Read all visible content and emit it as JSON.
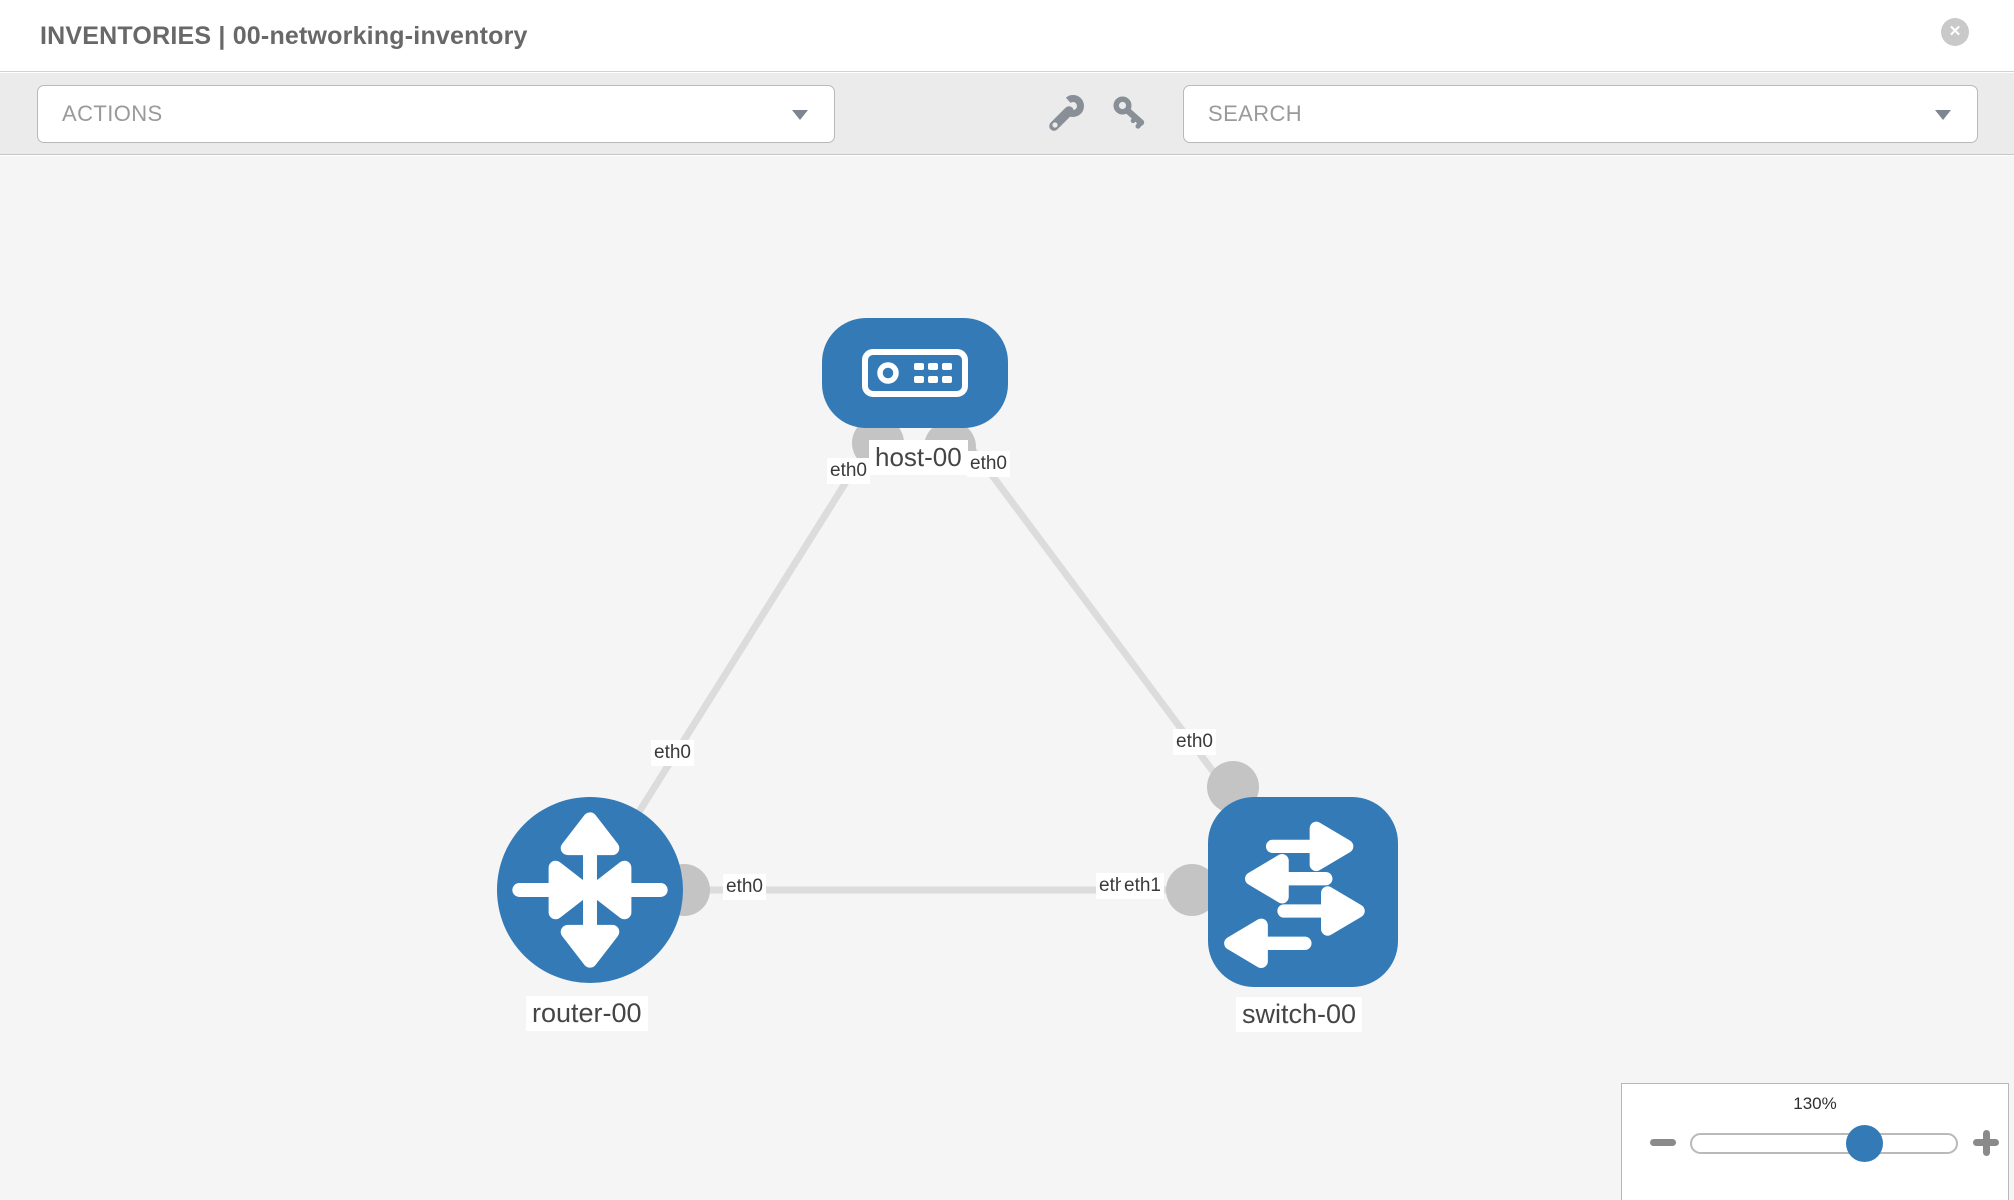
{
  "header": {
    "title": "INVENTORIES | 00-networking-inventory",
    "close_glyph": "✕"
  },
  "toolbar": {
    "actions_placeholder": "ACTIONS",
    "search_placeholder": "SEARCH",
    "icons": [
      "wrench-icon",
      "key-icon"
    ]
  },
  "diagram": {
    "nodes": [
      {
        "id": "host-00",
        "label": "host-00",
        "type": "host"
      },
      {
        "id": "router-00",
        "label": "router-00",
        "type": "router"
      },
      {
        "id": "switch-00",
        "label": "switch-00",
        "type": "switch"
      }
    ],
    "links": [
      {
        "from": "host-00",
        "to": "router-00",
        "from_interface": "eth0",
        "to_interface": "eth0"
      },
      {
        "from": "host-00",
        "to": "switch-00",
        "from_interface": "eth0",
        "to_interface": "eth0"
      },
      {
        "from": "router-00",
        "to": "switch-00",
        "from_interface": "eth0",
        "to_interface": "eth1"
      }
    ],
    "node_labels": {
      "host": "host-00",
      "router": "router-00",
      "switch": "switch-00"
    },
    "interface_labels": {
      "host_left": "eth0",
      "host_right": "eth0",
      "link1_at_router": "eth0",
      "link2_at_switch": "eth0",
      "link3_at_router": "eth0",
      "link3_at_switch_under": "eth0",
      "link3_at_switch_over": "eth1"
    }
  },
  "zoom_control": {
    "level": "130%"
  },
  "colors": {
    "node_blue": "#337ab7",
    "link_gray": "#dcdcdc",
    "endpoint_gray": "#c4c4c4",
    "toolbar_gray": "#ebebeb",
    "canvas_gray": "#f5f5f5",
    "icon_gray": "#898f96"
  }
}
